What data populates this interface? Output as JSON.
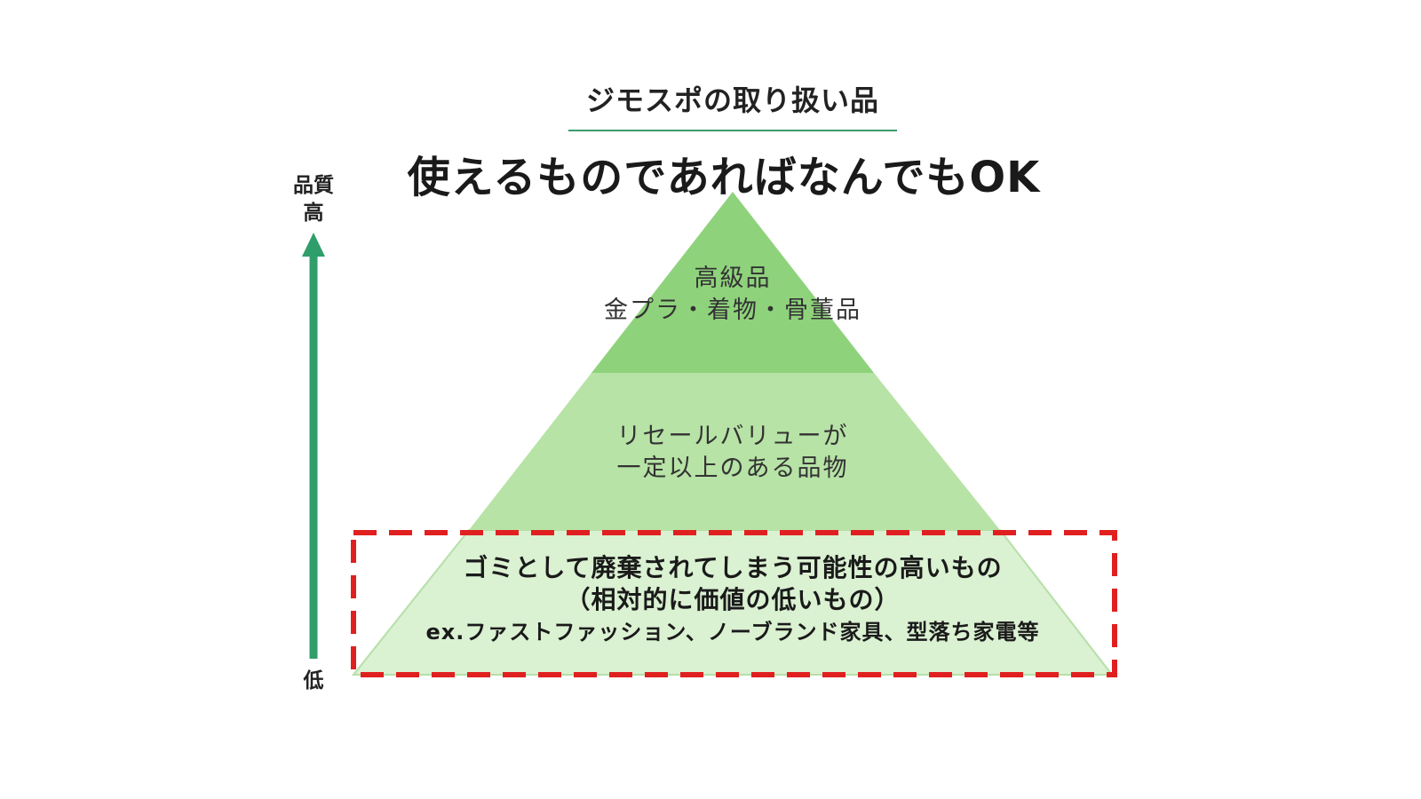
{
  "colors": {
    "heading_rule": "#3a9a6e",
    "arrow": "#2f9e6a",
    "tier_top": "#8fd27c",
    "tier_middle": "#b7e3a6",
    "tier_bottom": "#daf1d2",
    "highlight_border": "#e02020"
  },
  "heading": "ジモスポの取り扱い品",
  "tagline": "使えるものであればなんでもOK",
  "axis": {
    "label_top_1": "品質",
    "label_top_2": "高",
    "label_bottom": "低"
  },
  "tiers": {
    "top": {
      "line1": "高級品",
      "line2": "金プラ・着物・骨董品"
    },
    "middle": {
      "line1": "リセールバリューが",
      "line2": "一定以上のある品物"
    },
    "bottom": {
      "line1": "ゴミとして廃棄されてしまう可能性の高いもの",
      "line2": "（相対的に価値の低いもの）",
      "line3": "ex.ファストファッション、ノーブランド家具、型落ち家電等"
    }
  }
}
